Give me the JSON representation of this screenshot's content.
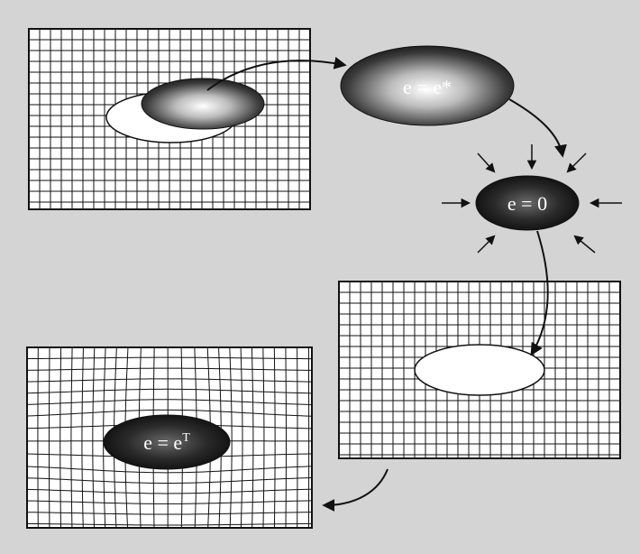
{
  "labels": {
    "e_star": "e = e*",
    "e_zero": "e = 0",
    "e_T": "e = eT"
  },
  "colors": {
    "background": "#d4d4d4",
    "panel": "#ffffff",
    "grid": "#111111",
    "inclusion_dark": "#1a1a1a",
    "inclusion_light": "#ffffff"
  }
}
